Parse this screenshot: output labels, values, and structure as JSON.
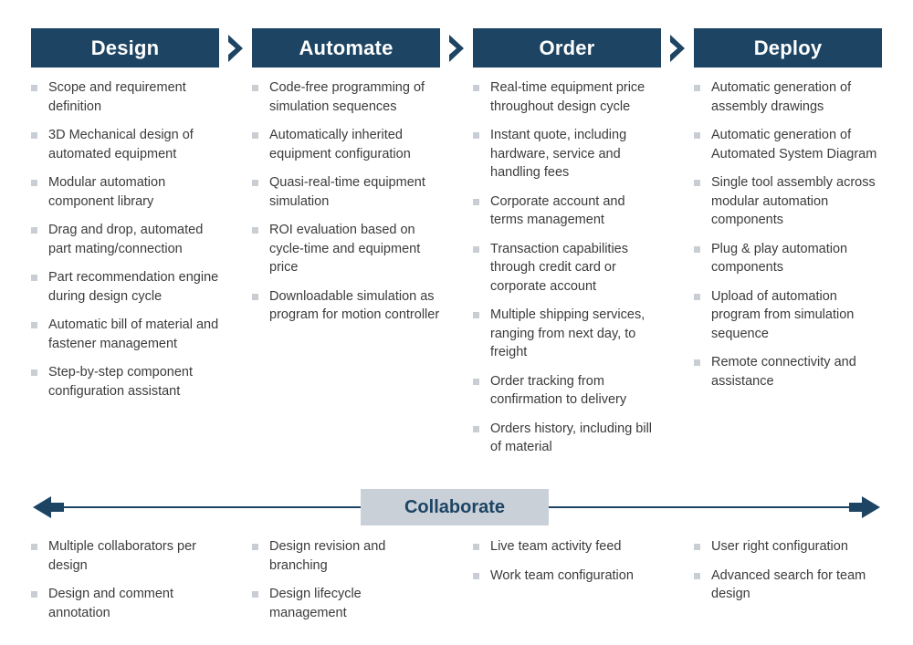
{
  "theme": {
    "banner_bg": "#1d4463",
    "banner_text": "#ffffff",
    "chevron_color": "#1d4463",
    "bullet_marker": "#c8ced4",
    "body_text": "#3b3b3b",
    "collab_box_bg": "#c9d0d8",
    "collab_box_text": "#1d4463",
    "arrow_color": "#1d4463",
    "page_bg": "#ffffff"
  },
  "phases": [
    {
      "title": "Design",
      "items": [
        "Scope and requirement definition",
        "3D Mechanical design of automated equipment",
        "Modular automation component library",
        "Drag and drop, automated part mating/connection",
        "Part recommendation engine during design cycle",
        "Automatic bill of material and fastener management",
        "Step-by-step component configuration assistant"
      ],
      "collaborate_items": [
        "Multiple collaborators per design",
        "Design and comment annotation"
      ]
    },
    {
      "title": "Automate",
      "items": [
        "Code-free programming of simulation sequences",
        "Automatically inherited equipment configuration",
        "Quasi-real-time equipment simulation",
        "ROI evaluation based on cycle-time and equipment price",
        "Downloadable simulation as program for motion controller"
      ],
      "collaborate_items": [
        "Design revision and branching",
        "Design lifecycle management"
      ]
    },
    {
      "title": "Order",
      "items": [
        "Real-time equipment price throughout design cycle",
        "Instant quote, including hardware, service and handling fees",
        "Corporate account and terms management",
        "Transaction capabilities through credit card or corporate account",
        "Multiple shipping services, ranging from next day, to freight",
        "Order tracking from confirmation to delivery",
        "Orders history, including bill of material"
      ],
      "collaborate_items": [
        "Live team activity feed",
        "Work team configuration"
      ]
    },
    {
      "title": "Deploy",
      "items": [
        "Automatic generation of assembly drawings",
        "Automatic generation of Automated System Diagram",
        "Single tool assembly across modular automation components",
        "Plug & play automation components",
        "Upload of automation program from simulation sequence",
        "Remote connectivity and assistance"
      ],
      "collaborate_items": [
        "User right configuration",
        "Advanced search for team design"
      ]
    }
  ],
  "collaborate": {
    "label": "Collaborate",
    "left_arrow_icon": "arrow-left-icon",
    "right_arrow_icon": "arrow-right-icon"
  },
  "icons": {
    "chevron_right": "chevron-right-icon",
    "bullet_square": "bullet-square-icon"
  }
}
